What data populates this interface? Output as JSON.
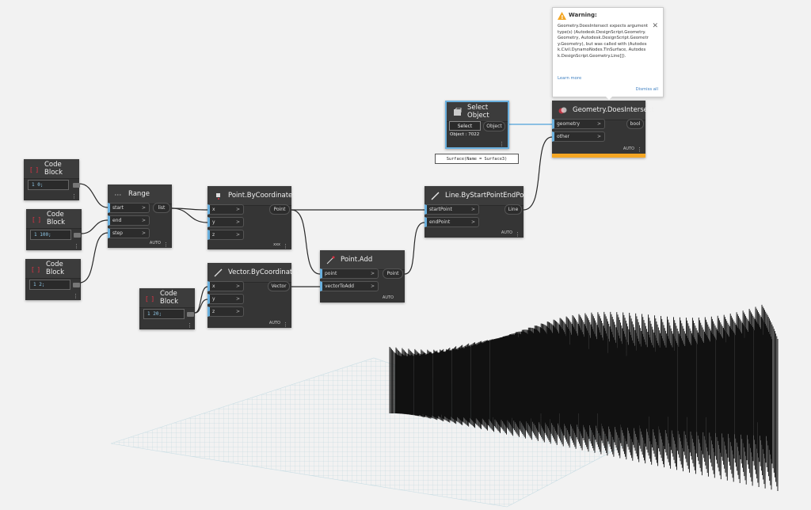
{
  "colors": {
    "wire": "#2a2a2a",
    "highlight": "#6ab0de",
    "warning": "#f4a623",
    "link": "#3d7fc1",
    "grid": "#b8d4dc",
    "node": "#353535"
  },
  "warning": {
    "title": "Warning:",
    "message": "Geometry.DoesIntersect expects argument type(s) (Autodesk.DesignScript.Geometry.Geometry, Autodesk.DesignScript.Geometry.Geometry), but was called with (Autodesk.Civil.DynamoNodes.TinSurface, Autodesk.DesignScript.Geometry.Line[]).",
    "learn_more": "Learn more",
    "dismiss_all": "Dismiss all",
    "close_icon": "close-icon",
    "warning_icon": "warning-triangle-icon"
  },
  "nodes": {
    "cb1": {
      "title": "Code Block",
      "code": "1 0;"
    },
    "cb2": {
      "title": "Code Block",
      "code": "1 100;"
    },
    "cb3": {
      "title": "Code Block",
      "code": "1 2;"
    },
    "cb4": {
      "title": "Code Block",
      "code": "1 20;"
    },
    "range": {
      "title": "Range",
      "inputs": [
        "start",
        "end",
        "step"
      ],
      "output": "list",
      "auto": "AUTO"
    },
    "pbc": {
      "title": "Point.ByCoordinates",
      "inputs": [
        "x",
        "y",
        "z"
      ],
      "output": "Point",
      "lacing": "xxx"
    },
    "vbc": {
      "title": "Vector.ByCoordinates",
      "inputs": [
        "x",
        "y",
        "z"
      ],
      "output": "Vector",
      "auto": "AUTO"
    },
    "padd": {
      "title": "Point.Add",
      "inputs": [
        "point",
        "vectorToAdd"
      ],
      "output": "Point",
      "auto": "AUTO"
    },
    "line": {
      "title": "Line.ByStartPointEndPoint",
      "inputs": [
        "startPoint",
        "endPoint"
      ],
      "output": "Line",
      "auto": "AUTO"
    },
    "sel": {
      "title": "Select Object",
      "button": "Select",
      "output": "Object",
      "info": "Object : 7022",
      "preview": "Surface(Name = Surface3)"
    },
    "gdi": {
      "title": "Geometry.DoesIntersect",
      "inputs": [
        "geometry",
        "other"
      ],
      "output": "bool",
      "auto": "AUTO"
    }
  }
}
